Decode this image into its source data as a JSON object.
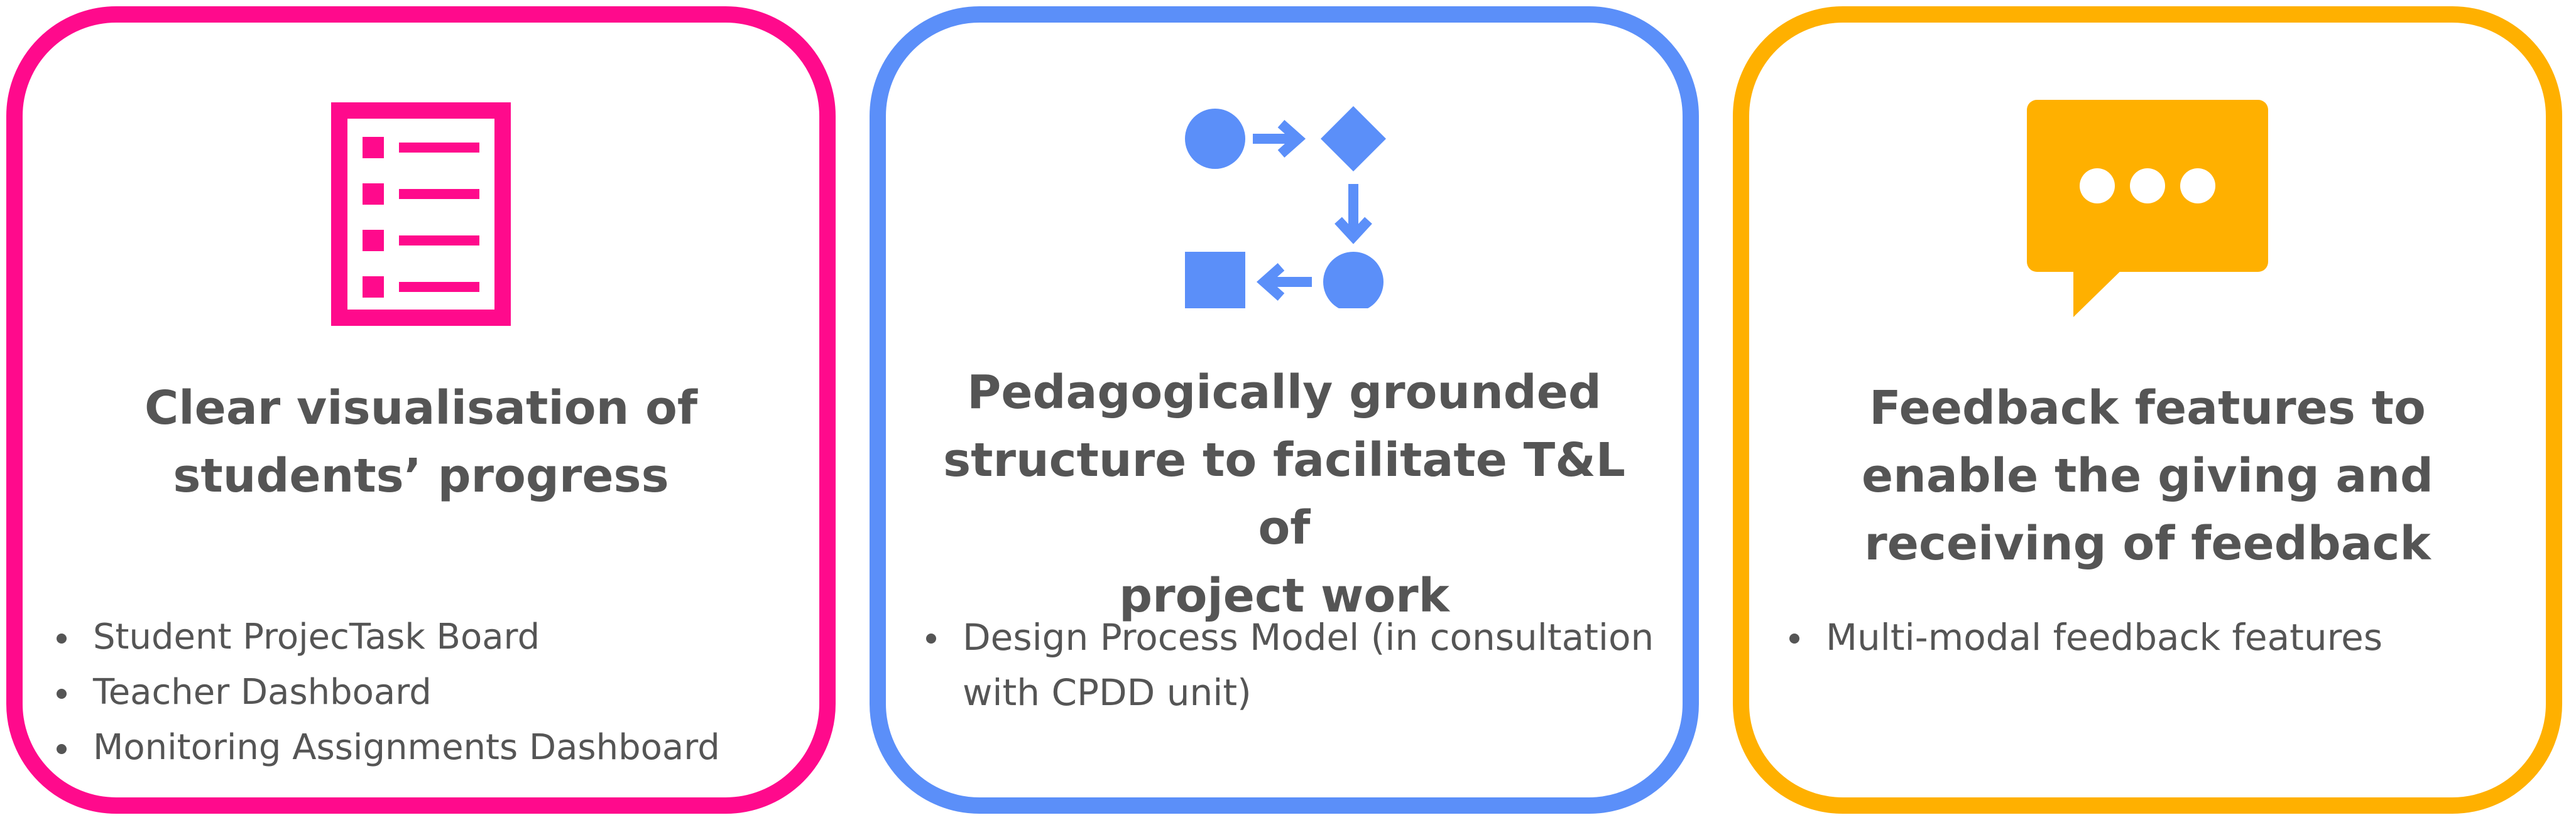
{
  "colors": {
    "pink": "#ff0a8c",
    "blue": "#5b8ff9",
    "yellow": "#ffb000",
    "text": "#555555"
  },
  "cards": [
    {
      "icon": "checklist-icon",
      "title_lines": [
        "Clear visualisation of",
        "students’ progress"
      ],
      "bullets": [
        "Student ProjecTask Board",
        "Teacher Dashboard",
        "Monitoring Assignments Dashboard"
      ]
    },
    {
      "icon": "process-flow-icon",
      "title_lines": [
        "Pedagogically grounded",
        "structure to facilitate T&L of",
        "project work"
      ],
      "bullets": [
        "Design Process Model (in consultation with CPDD unit)"
      ]
    },
    {
      "icon": "chat-bubble-icon",
      "title_lines": [
        "Feedback features to",
        "enable the giving and",
        "receiving of feedback"
      ],
      "bullets": [
        "Multi-modal feedback features"
      ]
    }
  ]
}
